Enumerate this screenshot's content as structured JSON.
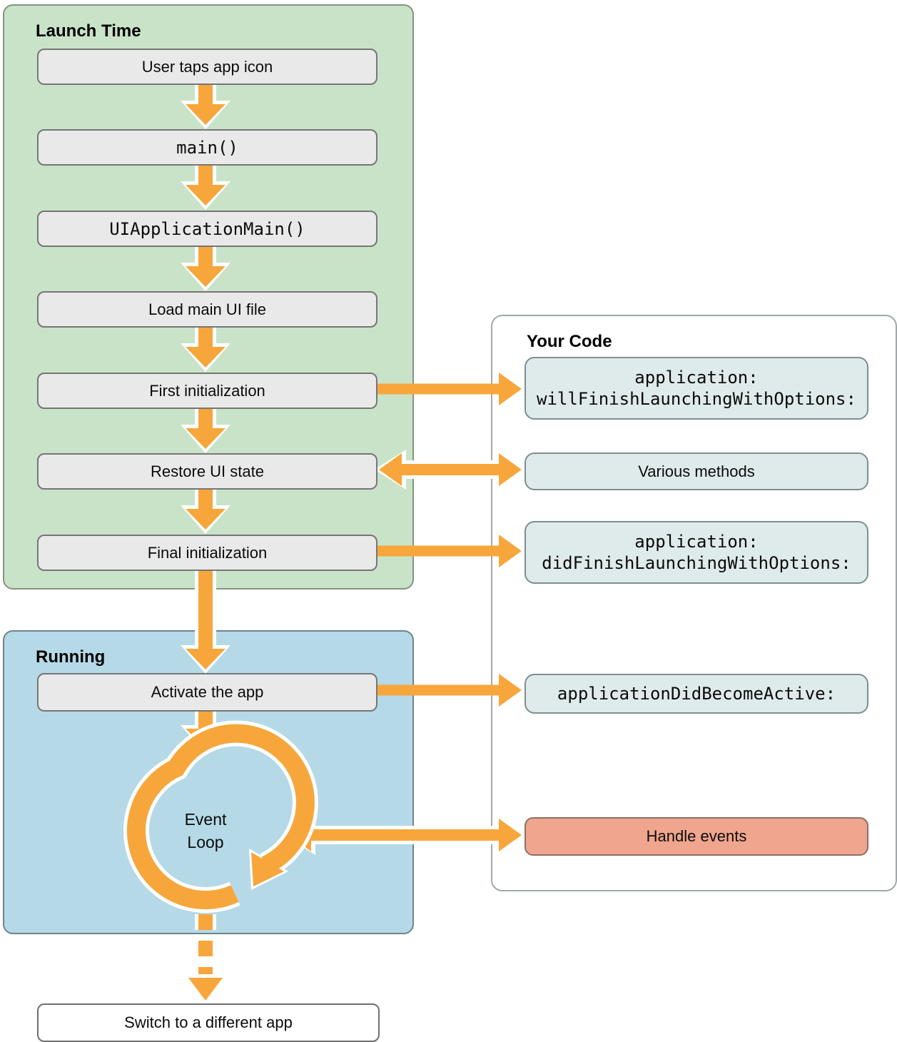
{
  "panels": {
    "launch_time": {
      "title": "Launch Time"
    },
    "running": {
      "title": "Running"
    },
    "your_code": {
      "title": "Your Code"
    }
  },
  "flow": {
    "user_taps": "User taps app icon",
    "main": "main()",
    "uiapplication_main": "UIApplicationMain()",
    "load_ui": "Load main UI file",
    "first_init": "First initialization",
    "restore_ui": "Restore UI state",
    "final_init": "Final initialization",
    "activate": "Activate the app",
    "event_loop_line1": "Event",
    "event_loop_line2": "Loop",
    "switch_app": "Switch to a different app"
  },
  "your_code": {
    "will_finish_line1": "application:",
    "will_finish_line2": "willFinishLaunchingWithOptions:",
    "various_methods": "Various methods",
    "did_finish_line1": "application:",
    "did_finish_line2": "didFinishLaunchingWithOptions:",
    "did_become_active": "applicationDidBecomeActive:",
    "handle_events": "Handle events"
  },
  "colors": {
    "arrow_orange": "#F7A63C",
    "arrow_outline": "#FFFFFF",
    "panel_green": "#C9E3C8",
    "panel_blue": "#B5D9E7",
    "box_gray": "#E9E9E9",
    "box_teal": "#DFEAEB",
    "box_salmon": "#F0A58E"
  }
}
